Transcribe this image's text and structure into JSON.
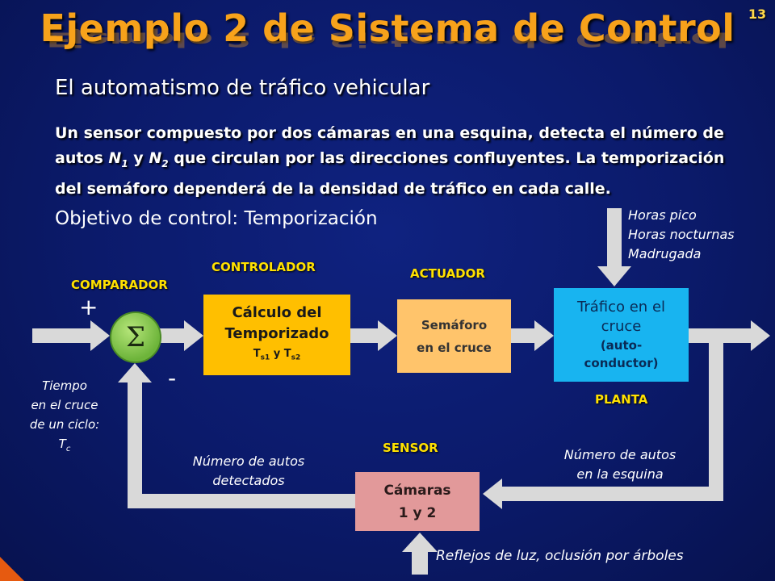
{
  "slide_number": "13",
  "title": "Ejemplo 2 de Sistema de Control",
  "subtitle": "El automatismo de tráfico vehicular",
  "description": {
    "part1": "Un sensor compuesto por dos cámaras en una esquina, detecta el número de autos ",
    "n": "N",
    "n1_sub": "1",
    "and": " y ",
    "n2_sub": "2",
    "part2": " que circulan por las direcciones confluyentes. La temporización del semáforo dependerá de la densidad de tráfico en cada calle."
  },
  "objective": "Objetivo de control: Temporización",
  "labels": {
    "comparador": "COMPARADOR",
    "controlador": "CONTROLADOR",
    "actuador": "ACTUADOR",
    "planta": "PLANTA",
    "sensor": "SENSOR"
  },
  "comparator": {
    "symbol": "Σ",
    "plus": "+",
    "minus": "-"
  },
  "controller_block": {
    "line1": "Cálculo del",
    "line2": "Temporizado",
    "ts": "T",
    "ts1_sub": "s1",
    "y": " y ",
    "ts2_sub": "s2"
  },
  "actuator_block": {
    "line1": "Semáforo",
    "line2": "en el cruce"
  },
  "plant_block": {
    "line1": "Tráfico en el",
    "line2": "cruce",
    "line3": "(auto-",
    "line4": "conductor)"
  },
  "sensor_block": {
    "line1": "Cámaras",
    "line2": "1 y 2"
  },
  "disturbance_plant": {
    "line1": "Horas pico",
    "line2": "Horas nocturnas",
    "line3": "Madrugada"
  },
  "disturbance_sensor": "Reflejos de luz, oclusión por árboles",
  "reference_input": {
    "line1": "Tiempo",
    "line2": "en el cruce",
    "line3": "de un ciclo:",
    "tc": "T",
    "tc_sub": "c"
  },
  "feedback_label": {
    "line1": "Número de autos",
    "line2": "detectados"
  },
  "output_label": {
    "line1": "Número de autos",
    "line2": "en la esquina"
  },
  "colors": {
    "background": "#0b1a6a",
    "title": "#f7a21b",
    "label": "#ffe100",
    "arrow": "#d9d9d9",
    "comparator": "#8cc63f",
    "controller": "#ffbf00",
    "actuator": "#ffc46b",
    "plant": "#18b4f0",
    "sensor": "#e2999a"
  }
}
